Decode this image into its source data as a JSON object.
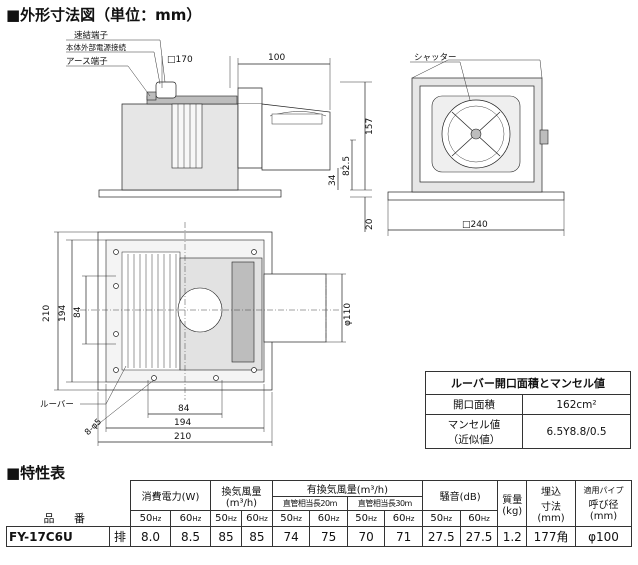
{
  "sections": {
    "dimensions_title": "■外形寸法図（単位：mm）",
    "spec_title": "■特性表"
  },
  "front_view": {
    "labels": {
      "terminal_block": "速結端子",
      "power_connection": "本体外部電源接続",
      "earth_terminal": "アース端子"
    },
    "dims": {
      "square_170": "□170",
      "w100": "100",
      "h157": "157",
      "h82_5": "82.5",
      "h34": "34",
      "h20": "20"
    }
  },
  "side_view": {
    "labels": {
      "shutter": "シャッター"
    },
    "dims": {
      "square_240": "□240"
    }
  },
  "plan_view": {
    "labels": {
      "louver": "ルーバー",
      "holes": "8-φ5"
    },
    "dims": {
      "v210": "210",
      "v194": "194",
      "v84": "84",
      "h84": "84",
      "h194": "194",
      "h210": "210",
      "phi110": "φ110"
    }
  },
  "louver_table": {
    "title": "ルーバー開口面積とマンセル値",
    "rows": [
      {
        "label": "開口面積",
        "value": "162cm²"
      },
      {
        "label": "マンセル値（近似値）",
        "label_line1": "マンセル値",
        "label_line2": "（近似値）",
        "value": "6.5Y8.8/0.5"
      }
    ]
  },
  "spec_table": {
    "headers": {
      "power": "消費電力(W)",
      "airflow": "換気風量",
      "airflow_unit": "(m³/h)",
      "effective_airflow": "有換気風量(m³/h)",
      "duct20": "直管相当長20m",
      "duct30": "直管相当長30m",
      "noise": "騒音(dB)",
      "mass": "質量",
      "mass_unit": "(kg)",
      "cutout": "埋込",
      "cutout2": "寸法",
      "cutout_unit": "(mm)",
      "pipe": "適用パイプ",
      "pipe2": "呼び径",
      "pipe_unit": "(mm)",
      "hinban": "品 番",
      "hz50": "50",
      "hz60": "60",
      "hz_unit": "Hz"
    },
    "row": {
      "model": "FY-17C6U",
      "type": "排",
      "power_50": "8.0",
      "power_60": "8.5",
      "airflow_50": "85",
      "airflow_60": "85",
      "d20_50": "74",
      "d20_60": "75",
      "d30_50": "70",
      "d30_60": "71",
      "noise_50": "27.5",
      "noise_60": "27.5",
      "mass": "1.2",
      "cutout": "177角",
      "pipe": "φ100"
    }
  }
}
